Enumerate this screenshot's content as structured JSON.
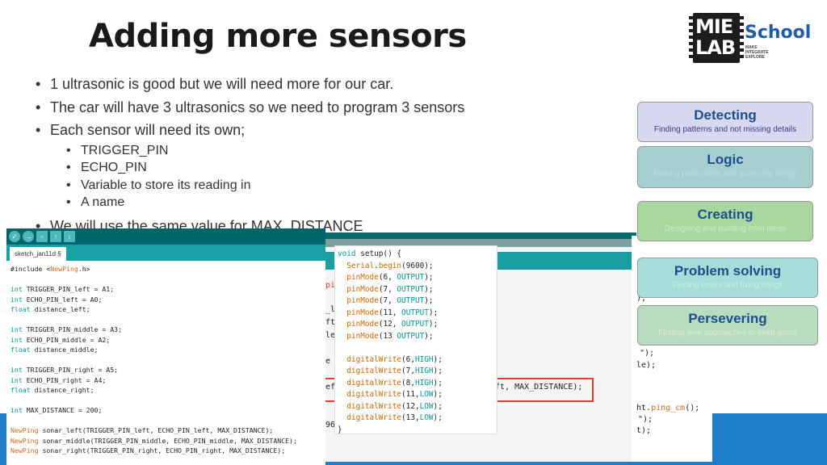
{
  "title": "Adding more sensors",
  "bullets": [
    {
      "level": 1,
      "text": "1 ultrasonic is good but we will need more for our car."
    },
    {
      "level": 1,
      "text": "The car will have 3 ultrasonics so we need to program 3 sensors"
    },
    {
      "level": 1,
      "text": "Each sensor will need its own;"
    },
    {
      "level": 2,
      "text": "TRIGGER_PIN"
    },
    {
      "level": 2,
      "text": "ECHO_PIN"
    },
    {
      "level": 2,
      "text": "Variable to store its reading in"
    },
    {
      "level": 2,
      "text": "A name"
    },
    {
      "level": 1,
      "text": "We will use the same value for MAX_DISTANCE"
    }
  ],
  "logo": {
    "line1": "MIE",
    "line2": "LAB",
    "brand": "School",
    "tagline": [
      "MAKE",
      "INTEGRATE",
      "EXPLORE"
    ]
  },
  "skills": [
    {
      "name": "Detecting",
      "desc": "Finding patterns and not missing details",
      "bg": "#d8d8f0",
      "desc_color": "#3a3a8a"
    },
    {
      "name": "Logic",
      "desc": "Making predictions and analysing things",
      "bg": "#a8cfd0",
      "desc_color": "#b8dede"
    },
    {
      "name": "Creating",
      "desc": "Designing and building from ideas",
      "bg": "#a8d8a0",
      "desc_color": "#c8ecc0"
    },
    {
      "name": "Problem solving",
      "desc": "Finding errors and fixing things",
      "bg": "#a8dcd8",
      "desc_color": "#c8ece8"
    },
    {
      "name": "Persevering",
      "desc": "Finding new approaches to keep going",
      "bg": "#b8dcc0",
      "desc_color": "#d8eedc"
    }
  ],
  "editor_left": {
    "tab": "sketch_jan11d §",
    "lines": [
      "#include <NewPing.h>",
      "",
      "int TRIGGER_PIN_left = A1;",
      "int ECHO_PIN_left = A0;",
      "float distance_left;",
      "",
      "int TRIGGER_PIN_middle = A3;",
      "int ECHO_PIN_middle = A2;",
      "float distance_middle;",
      "",
      "int TRIGGER_PIN_right = A5;",
      "int ECHO_PIN_right = A4;",
      "float distance_right;",
      "",
      "int MAX_DISTANCE = 200;",
      "",
      "NewPing sonar_left(TRIGGER_PIN_left, ECHO_PIN_left, MAX_DISTANCE);",
      "NewPing sonar_middle(TRIGGER_PIN_middle, ECHO_PIN_middle, MAX_DISTANCE);",
      "NewPing sonar_right(TRIGGER_PIN_right, ECHO_PIN_right, MAX_DISTANCE);"
    ]
  },
  "editor_setup": {
    "lines": [
      "void setup() {",
      "  Serial.begin(9600);",
      "  pinMode(6, OUTPUT);",
      "  pinMode(7, OUTPUT);",
      "  pinMode(7, OUTPUT);",
      "  pinMode(11, OUTPUT);",
      "  pinMode(12, OUTPUT);",
      "  pinMode(13 OUTPUT);",
      "",
      "  digitalWrite(6,HIGH);",
      "  digitalWrite(7,HIGH);",
      "  digitalWrite(8,HIGH);",
      "  digitalWrite(11,LOW);",
      "  digitalWrite(12,LOW);",
      "  digitalWrite(13,LOW);",
      "}"
    ]
  },
  "mid_fragments": [
    "ping",
    "_l",
    "ft",
    "le",
    "e",
    "ef",
    "96"
  ],
  "mid_highlight": "ft, MAX_DISTANCE);",
  "right_fragments": [
    ");",
    "\");",
    "le);",
    "ht.ping_cm();",
    "\");",
    "t);"
  ]
}
